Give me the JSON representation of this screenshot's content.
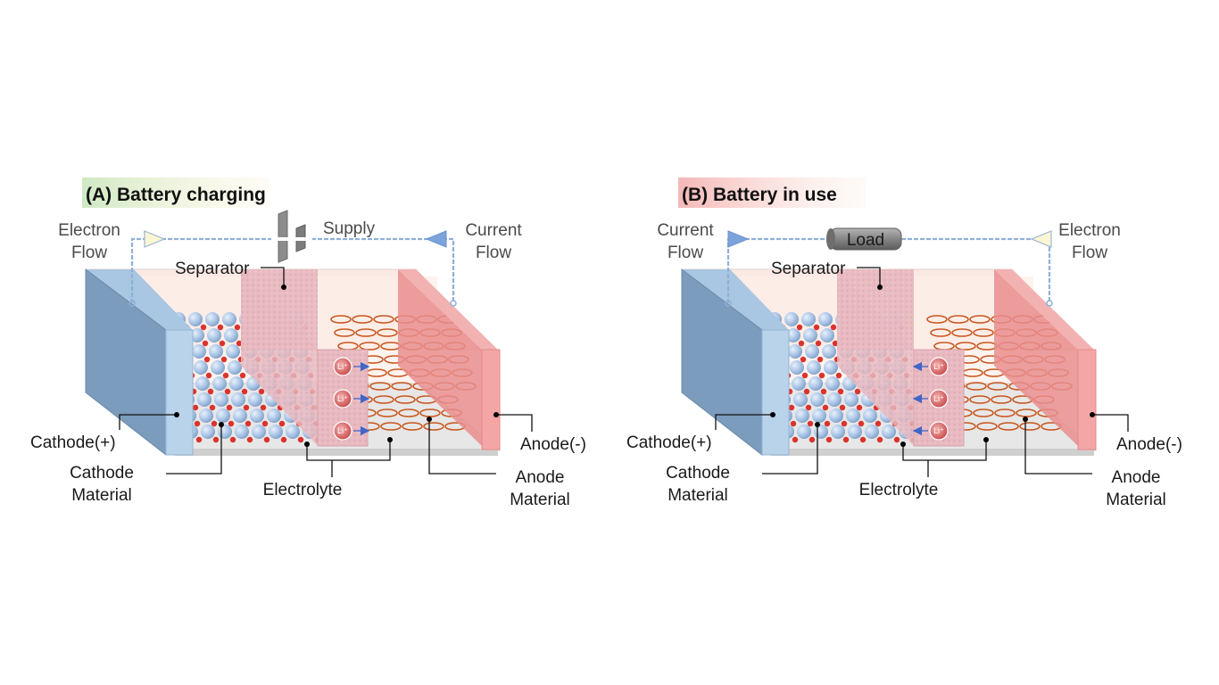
{
  "panels": [
    {
      "id": "A",
      "title": "(A) Battery charging",
      "source_label": "Supply",
      "left_flow": [
        "Electron",
        "Flow"
      ],
      "right_flow": [
        "Current",
        "Flow"
      ],
      "ion_direction": "right",
      "title_gradient": [
        "#cfe9c4",
        "#fbf1d2"
      ]
    },
    {
      "id": "B",
      "title": "(B) Battery in use",
      "source_label": "Load",
      "left_flow": [
        "Current",
        "Flow"
      ],
      "right_flow": [
        "Electron",
        "Flow"
      ],
      "ion_direction": "left",
      "title_gradient": [
        "#f5b7b7",
        "#fbe9de"
      ]
    }
  ],
  "labels": {
    "separator": "Separator",
    "cathode": "Cathode(+)",
    "cathode_material": [
      "Cathode",
      "Material"
    ],
    "electrolyte": "Electrolyte",
    "anode": "Anode(-)",
    "anode_material": [
      "Anode",
      "Material"
    ],
    "ion": "Li⁺"
  },
  "colors": {
    "cathode_plate": "#7b9cbc",
    "cathode_face": "#b9d3ea",
    "anode_plate": "#e98d8d",
    "anode_face": "#f4a6a6",
    "separator": "#e8b9c0",
    "sphere": "#a9c4e6",
    "oxygen": "#d9332e",
    "anode_ring": "#c9581f",
    "wire": "#8fb0d8"
  }
}
